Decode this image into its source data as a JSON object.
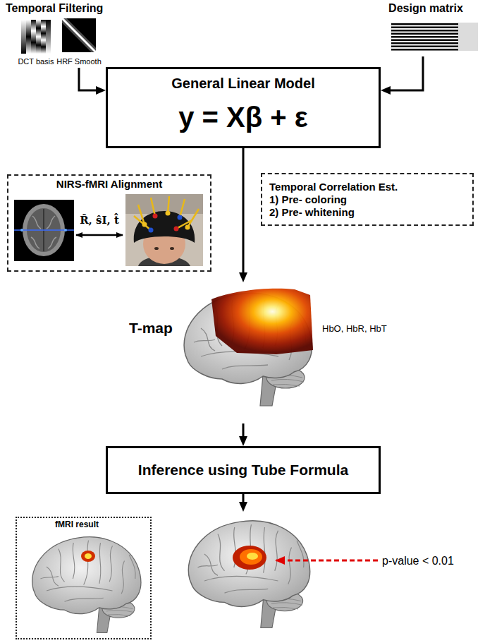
{
  "diagram": {
    "nodes": [
      {
        "text": [
          "Temporal Filtering",
          "DCT basis",
          "HRF Smooth"
        ]
      },
      {
        "text": [
          "Design matrix"
        ]
      },
      {
        "text": [
          "General Linear Model",
          "y = Xβ + ε"
        ]
      },
      {
        "text": [
          "NIRS-fMRI Alignment"
        ]
      },
      {
        "text": [
          "Temporal Correlation Est.",
          "1) Pre- coloring",
          "2) Pre- whitening"
        ]
      },
      {
        "text": [
          "T-map",
          "HbO, HbR, HbT"
        ]
      },
      {
        "text": [
          "Inference using Tube Formula"
        ]
      },
      {
        "text": [
          "fMRI result"
        ]
      },
      {
        "text": [
          "p-value < 0.01"
        ]
      }
    ],
    "edges": [
      {
        "from": 0,
        "to": 2,
        "arrow": "to"
      },
      {
        "from": 1,
        "to": 2,
        "arrow": "to"
      },
      {
        "from": 2,
        "to": 5,
        "arrow": "to"
      },
      {
        "from": 5,
        "to": 6,
        "arrow": "to"
      },
      {
        "from": 6,
        "to": 8,
        "arrow": "to"
      }
    ],
    "labels": [
      "R̂, ŝI, t̂"
    ]
  }
}
